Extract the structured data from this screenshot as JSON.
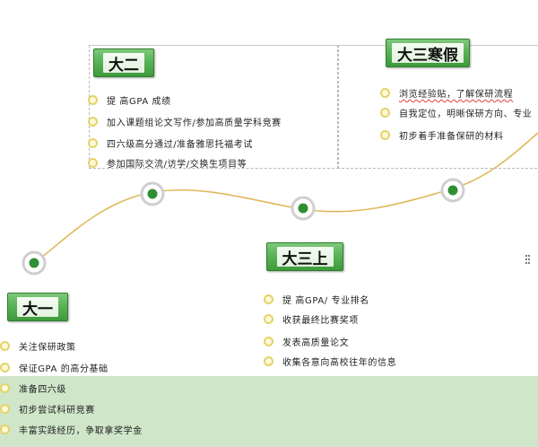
{
  "stages": {
    "first": {
      "title": "大一",
      "items": [
        "关注保研政策",
        "保证GPA 的高分基础",
        "准备四六级",
        "初步尝试科研竞赛",
        "丰富实践经历，争取拿奖学金"
      ]
    },
    "second": {
      "title": "大二",
      "items": [
        "提 高GPA 成绩",
        "加入课题组论文写作/参加高质量学科竞赛",
        "四六级高分通过/准备雅思托福考试",
        "参加国际交流/访学/交换生项目等"
      ]
    },
    "third_a": {
      "title": "大三上",
      "items": [
        "提 高GPA/ 专业排名",
        "收获最终比赛奖项",
        "发表高质量论文",
        "收集各意向高校往年的信息"
      ]
    },
    "third_b": {
      "title": "大三寒假",
      "items": [
        "浏览经验贴，了解保研流程",
        "自我定位，明晰保研方向、专业",
        "初步着手准备保研的材料"
      ]
    }
  },
  "colors": {
    "accent": "#3e9a3c",
    "curve": "#e0b85a",
    "band": "#cfe6c9",
    "bullet": "#e3d36a"
  },
  "icons": {
    "milestone": "milestone-node-icon",
    "bullet": "circle-bullet-icon",
    "drag": "drag-handle-icon"
  }
}
